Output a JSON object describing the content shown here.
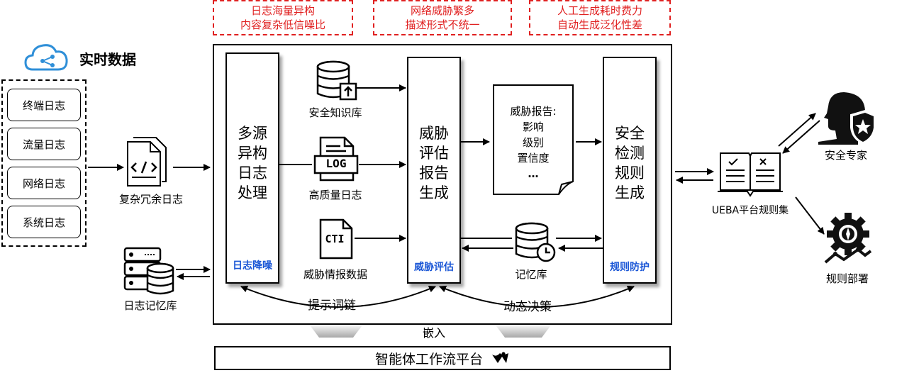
{
  "challenges": [
    {
      "line1": "日志海量异构",
      "line2": "内容复杂低信噪比"
    },
    {
      "line1": "网络威胁繁多",
      "line2": "描述形式不统一"
    },
    {
      "line1": "人工生成耗时费力",
      "line2": "自动生成泛化性差"
    }
  ],
  "realtime_title": "实时数据",
  "log_sources": [
    "终端日志",
    "流量日志",
    "网络日志",
    "系统日志"
  ],
  "redundant_logs_label": "复杂冗余日志",
  "memory_db_label": "日志记忆库",
  "stage1": {
    "lines": [
      "多源",
      "异构",
      "日志",
      "处理"
    ],
    "tag": "日志降噪"
  },
  "stage2": {
    "lines": [
      "威胁",
      "评估",
      "报告",
      "生成"
    ],
    "tag": "威胁评估"
  },
  "stage3": {
    "lines": [
      "安全",
      "检测",
      "规则",
      "生成"
    ],
    "tag": "规则防护"
  },
  "kb_label": "安全知识库",
  "hq_log_label": "高质量日志",
  "log_icon_text": "LOG",
  "cti_label": "威胁情报数据",
  "cti_icon_text": "CTI",
  "report_doc": {
    "title": "威胁报告:",
    "items": [
      "影响",
      "级别",
      "置信度",
      "…"
    ]
  },
  "memory_label": "记忆库",
  "prompt_chain_label": "提示词链",
  "dynamic_label": "动态决策",
  "embed_label": "嵌入",
  "platform_label": "智能体工作流平台",
  "ruleset_label": "UEBA平台规则集",
  "expert_label": "安全专家",
  "deploy_label": "规则部署",
  "colors": {
    "red": "#e02020",
    "blue": "#1a56d6",
    "cloud": "#2f8fd8"
  }
}
